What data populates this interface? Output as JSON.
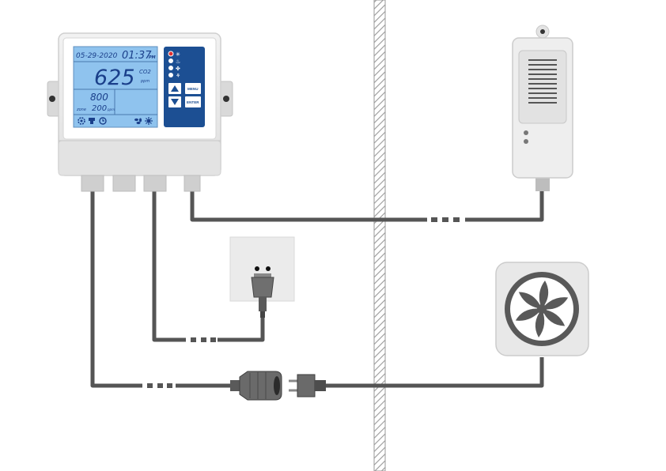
{
  "controller": {
    "date": "05-29-2020",
    "time": "01:37",
    "time_suffix": "PM",
    "co2_value": "625",
    "co2_label": "CO2",
    "co2_unit": "ppm",
    "setpoint": "800",
    "zone_label": "zone",
    "zone_value": "200",
    "zone_unit": "ppm",
    "menu_label": "MENU",
    "enter_label": "ENTER"
  },
  "colors": {
    "cable": "#555555",
    "lcd_background": "#8fc3ee",
    "keypad_panel": "#1c4f93",
    "wall_hatch": "#9a9a9a",
    "device_body": "#e6e6e6"
  },
  "icons": [
    "gear-icon",
    "fan-icon",
    "clock-icon",
    "sun-icon",
    "indicator-led-icon",
    "wall-socket-icon",
    "power-plug-icon",
    "inline-connector-icon",
    "exhaust-fan-icon",
    "sensor-vent-icon"
  ]
}
